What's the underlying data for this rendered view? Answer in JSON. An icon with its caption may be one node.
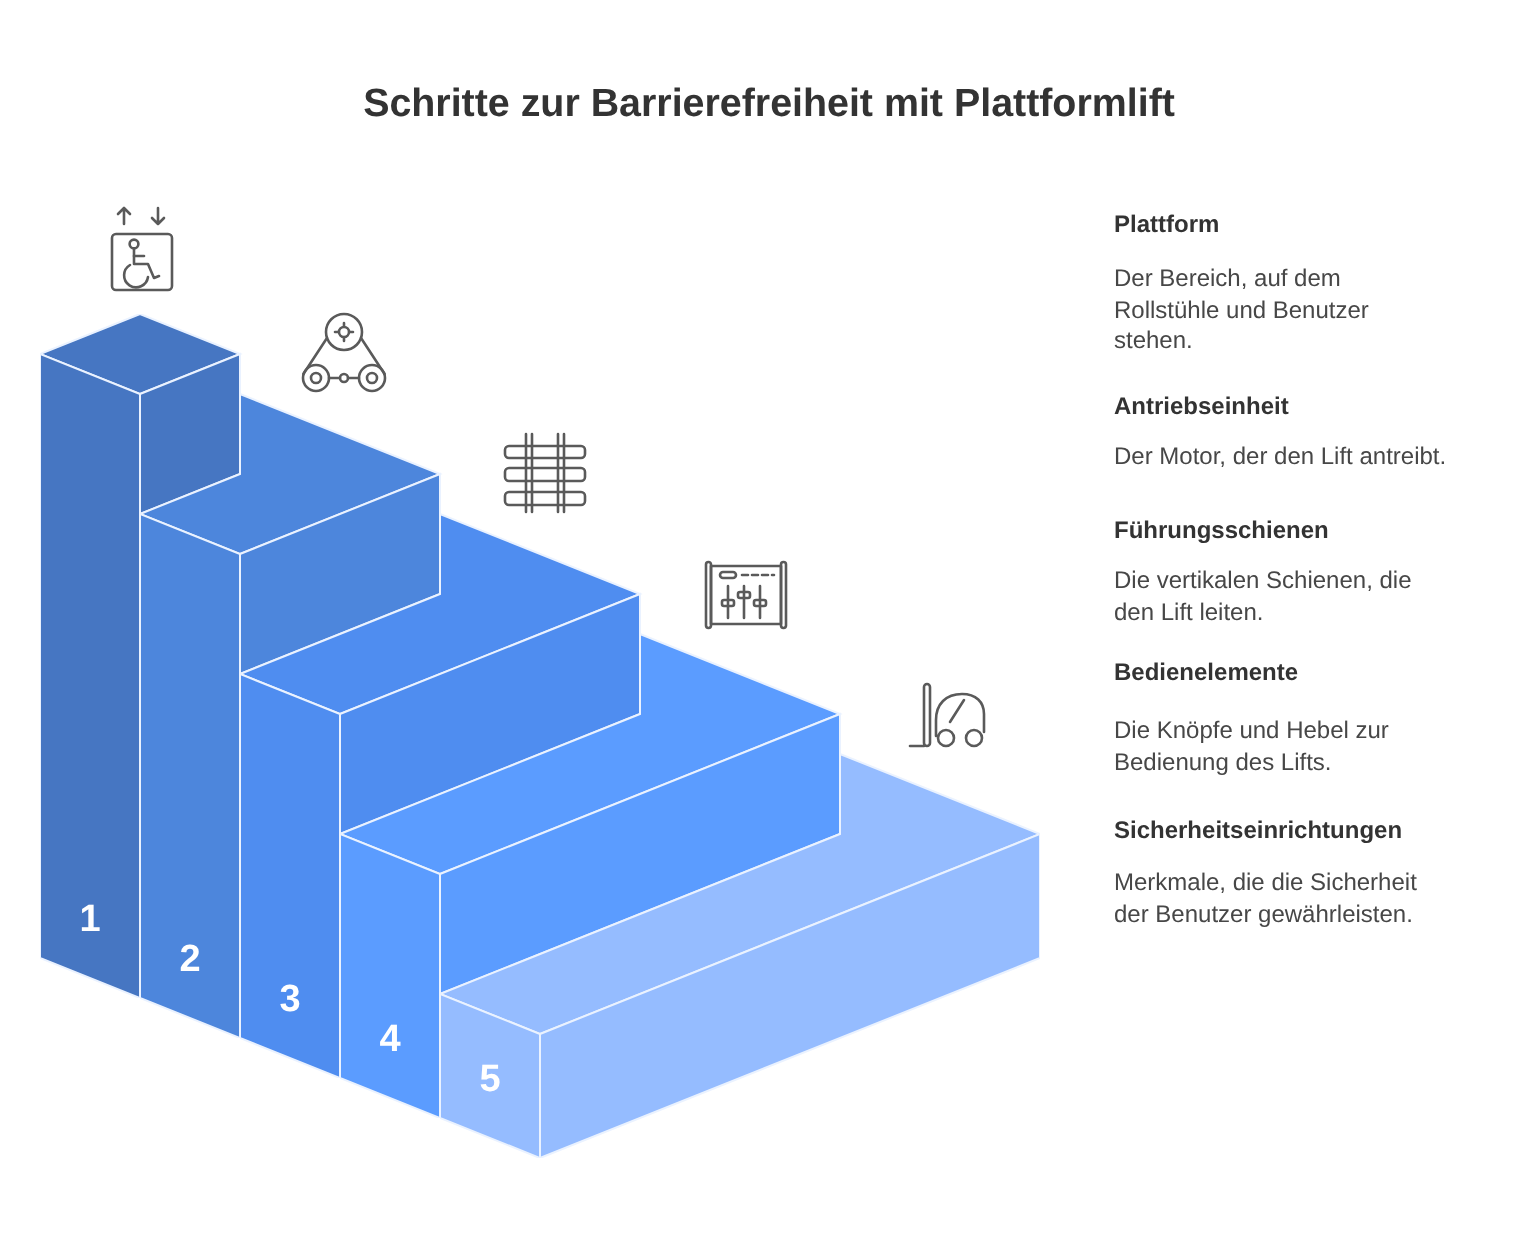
{
  "diagram": {
    "title": "Schritte zur Barrierefreiheit mit Plattformlift",
    "nodes": [
      {
        "text": [
          "1"
        ]
      },
      {
        "text": [
          "2"
        ]
      },
      {
        "text": [
          "3"
        ]
      },
      {
        "text": [
          "4"
        ]
      },
      {
        "text": [
          "5"
        ]
      }
    ],
    "labels": [
      "Plattform",
      "Der Bereich, auf dem Rollstühle und Benutzer stehen.",
      "Antriebseinheit",
      "Der Motor, der den Lift antreibt.",
      "Führungsschienen",
      "Die vertikalen Schienen, die den Lift leiten.",
      "Bedienelemente",
      "Die Knöpfe und Hebel zur Bedienung des Lifts.",
      "Sicherheitseinrichtungen",
      "Merkmale, die die Sicherheit der Benutzer gewährleisten."
    ]
  }
}
